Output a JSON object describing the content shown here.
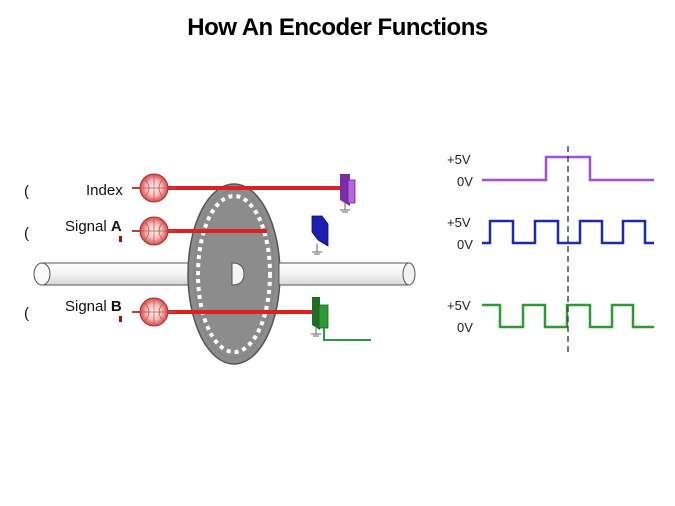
{
  "title": "How An Encoder Functions",
  "labels": {
    "index": "Index",
    "signal_a_prefix": "Signal ",
    "signal_a_letter": "A",
    "signal_b_prefix": "Signal ",
    "signal_b_letter": "B"
  },
  "waveforms": [
    {
      "name": "index",
      "high_label": "+5V",
      "low_label": "0V",
      "color": "#a64fd6"
    },
    {
      "name": "signal-a",
      "high_label": "+5V",
      "low_label": "0V",
      "color": "#1f2aa6"
    },
    {
      "name": "signal-b",
      "high_label": "+5V",
      "low_label": "0V",
      "color": "#2e9a35"
    }
  ],
  "colors": {
    "beam": "#e02020",
    "disk": "#8a8a8a",
    "shaft": "#f2f2f2",
    "emitter": "#c23a3a"
  },
  "icons": {
    "emitter": "light-emitter-icon",
    "detector": "photo-detector-icon",
    "ground": "ground-icon"
  }
}
